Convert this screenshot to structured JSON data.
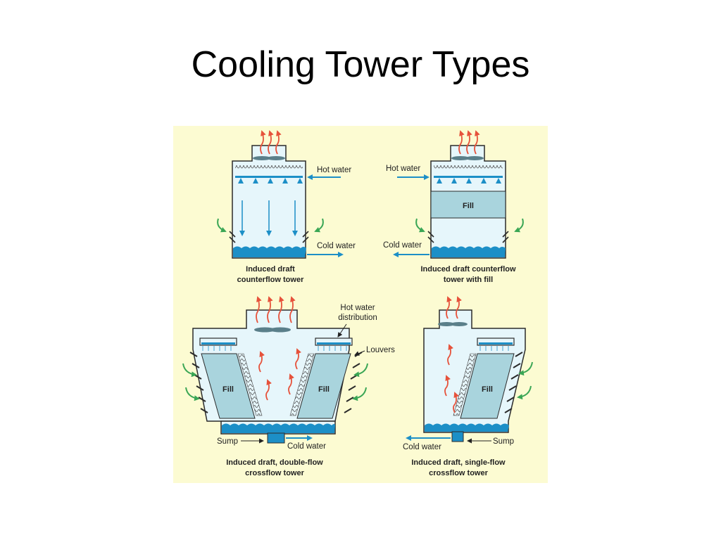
{
  "title": "Cooling Tower Types",
  "colors": {
    "panel_bg": "#fcfbd2",
    "tower_bg": "#e6f6fb",
    "outline": "#2b2b2b",
    "water": "#1c8fc7",
    "fill_media": "#a9d4dd",
    "hot_air": "#e6523b",
    "cold_air": "#3aa655"
  },
  "towers": {
    "tl": {
      "hot_label": "Hot water",
      "cold_label": "Cold water",
      "caption_line1": "Induced draft",
      "caption_line2": "counterflow  tower"
    },
    "tr": {
      "hot_label": "Hot water",
      "fill_label": "Fill",
      "cold_label": "Cold water",
      "caption_line1": "Induced draft counterflow",
      "caption_line2": "tower with fill"
    },
    "bl": {
      "hot_dist_line1": "Hot water",
      "hot_dist_line2": "distribution",
      "louvers_label": "Louvers",
      "fill_left_label": "Fill",
      "fill_right_label": "Fill",
      "sump_label": "Sump",
      "cold_label": "Cold water",
      "caption_line1": "Induced draft, double-flow",
      "caption_line2": "crossflow tower"
    },
    "br": {
      "fill_label": "Fill",
      "cold_label": "Cold water",
      "sump_label": "Sump",
      "caption_line1": "Induced draft, single-flow",
      "caption_line2": "crossflow tower"
    }
  }
}
